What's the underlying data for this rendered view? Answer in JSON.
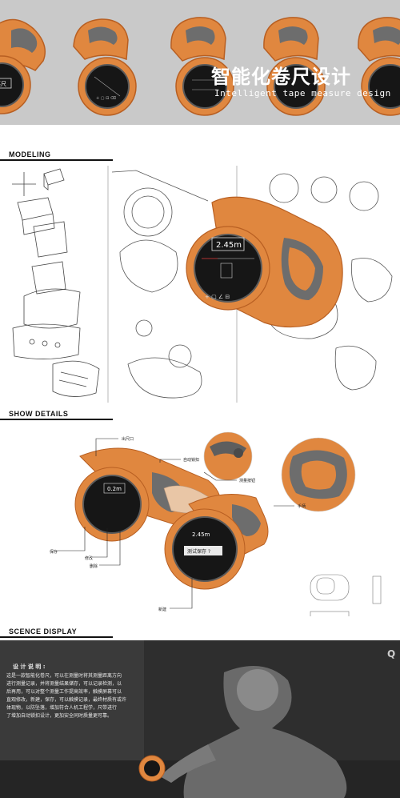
{
  "header": {
    "title_cn": "智能化卷尺设计",
    "title_en": "Intelligent tape measure design",
    "mini_display_texts": [
      "英尺",
      "",
      "",
      "",
      ""
    ]
  },
  "sections": {
    "modeling": "MODELING",
    "show_details": "SHOW DETAILS",
    "scene_display": "SCENCE DISPLAY"
  },
  "device": {
    "reading": "2.45m",
    "reading_small": "0.2m",
    "reading_front": "2.45m",
    "front_label": "测试保存 ?"
  },
  "callouts": {
    "outlet": "出尺口",
    "auto_lock": "自动锁扣",
    "measure_button": "测量按钮",
    "handle": "手柄",
    "save": "保存",
    "edit": "修改",
    "delete": "删除",
    "new": "新建"
  },
  "scene": {
    "desc_title": "设 计 说 明 :",
    "desc_lines": [
      "这是一款智能化卷尺，可以在测量时将其测量距离方向",
      "进行测量记录，并将测量结果储存，可以记录检测，以",
      "后再用，可以对整个测量工作提高效率，触摸屏幕可以",
      "直观修改，新建，保存，可以触摸记录，最终材质有或许",
      "体现物，以防坠落，增加符合人机工程学，尺带进行",
      "了增加自动锁扣设计，更加安全同时质量更可靠。"
    ],
    "corner_text": "Q"
  },
  "colors": {
    "orange": "#e0873f",
    "dark_orange": "#b85f22",
    "screen": "#161616",
    "gray_grip": "#6d6d6d",
    "banner_bg": "#c9c9c9",
    "scene_bg": "#2e2e2e"
  }
}
